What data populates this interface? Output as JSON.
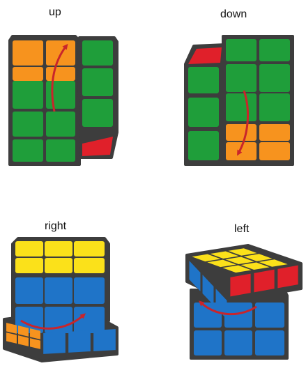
{
  "labels": {
    "up": "up",
    "down": "down",
    "right": "right",
    "left": "left"
  },
  "colors": {
    "green": "#1f9e3a",
    "orange": "#f7931e",
    "red": "#e0202a",
    "yellow": "#fbe11a",
    "blue": "#1f74c8",
    "body": "#3d3d3d",
    "arrow": "#c9252b"
  },
  "panels": [
    {
      "name": "up",
      "left_block": [
        "orange",
        "orange",
        "green",
        "green",
        "green",
        "green",
        "green",
        "green"
      ],
      "right_column_front": [
        "green",
        "green",
        "green"
      ],
      "right_column_bottom": "red"
    },
    {
      "name": "down",
      "left_column_top": "red",
      "left_column_front": [
        "green",
        "green",
        "green"
      ],
      "right_block": [
        "green",
        "green",
        "green",
        "green",
        "orange",
        "orange",
        "orange",
        "orange"
      ]
    },
    {
      "name": "right",
      "top_face": [
        "yellow",
        "yellow",
        "yellow",
        "yellow",
        "yellow",
        "yellow",
        "yellow",
        "yellow",
        "yellow"
      ],
      "front_upper": [
        "blue",
        "blue",
        "blue",
        "blue",
        "blue",
        "blue"
      ],
      "bottom_layer_side": [
        "orange",
        "orange",
        "orange"
      ],
      "bottom_layer_front": [
        "blue",
        "blue",
        "blue"
      ]
    },
    {
      "name": "left",
      "top_face": [
        "yellow",
        "yellow",
        "yellow",
        "yellow",
        "yellow",
        "yellow",
        "yellow",
        "yellow",
        "yellow"
      ],
      "top_layer_side": [
        "blue",
        "blue",
        "blue"
      ],
      "top_layer_front": [
        "red",
        "red",
        "red"
      ],
      "front_lower": [
        "blue",
        "blue",
        "blue",
        "blue",
        "blue",
        "blue"
      ]
    }
  ]
}
